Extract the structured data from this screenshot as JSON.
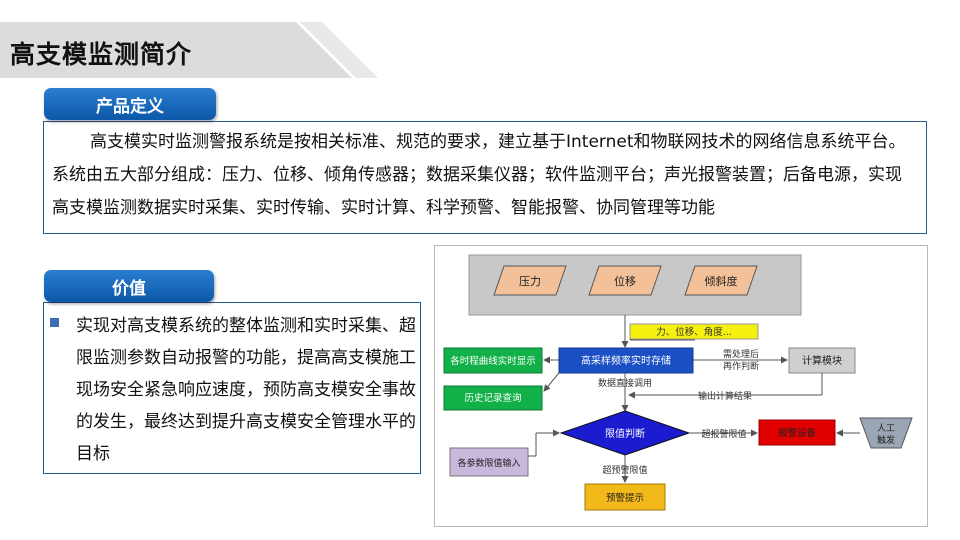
{
  "page": {
    "title": "高支模监测简介"
  },
  "definition": {
    "heading": "产品定义",
    "body": "高支模实时监测警报系统是按相关标准、规范的要求，建立基于Internet和物联网技术的网络信息系统平台。系统由五大部分组成：压力、位移、倾角传感器；数据采集仪器；软件监测平台；声光报警装置；后备电源，实现高支模监测数据实时采集、实时传输、实时计算、科学预警、智能报警、协同管理等功能"
  },
  "value": {
    "heading": "价值",
    "body": "实现对高支模系统的整体监测和实时采集、超限监测参数自动报警的功能，提高高支模施工现场安全紧急响应速度，预防高支模安全事故的发生，最终达到提升高支模安全管理水平的目标"
  },
  "flowchart": {
    "sensors": [
      "压力",
      "位移",
      "倾斜度"
    ],
    "sensor_output": "力、位移、角度...",
    "left_display": "各时程曲线实时显示",
    "history": "历史记录查询",
    "sampling": "高采样频率实时存储",
    "processing_note_1": "需处理后",
    "processing_note_2": "再作判断",
    "compute": "计算模块",
    "direct_call": "数据直接调用",
    "compute_output": "输出计算结果",
    "judge": "限值判断",
    "exceed_alarm": "超报警限值",
    "alarm_device": "报警设备",
    "manual_1": "人工",
    "manual_2": "触发",
    "param_input": "各参数限值输入",
    "exceed_warning": "超预警限值",
    "warning_tip": "预警提示"
  },
  "colors": {
    "accent_blue": "#0d58a8",
    "sensor_fill": "#f3c199",
    "process_blue": "#1b4fc4",
    "green": "#12b048",
    "yellow": "#f5f00d",
    "red": "#e00000",
    "orange": "#f3b81a"
  }
}
